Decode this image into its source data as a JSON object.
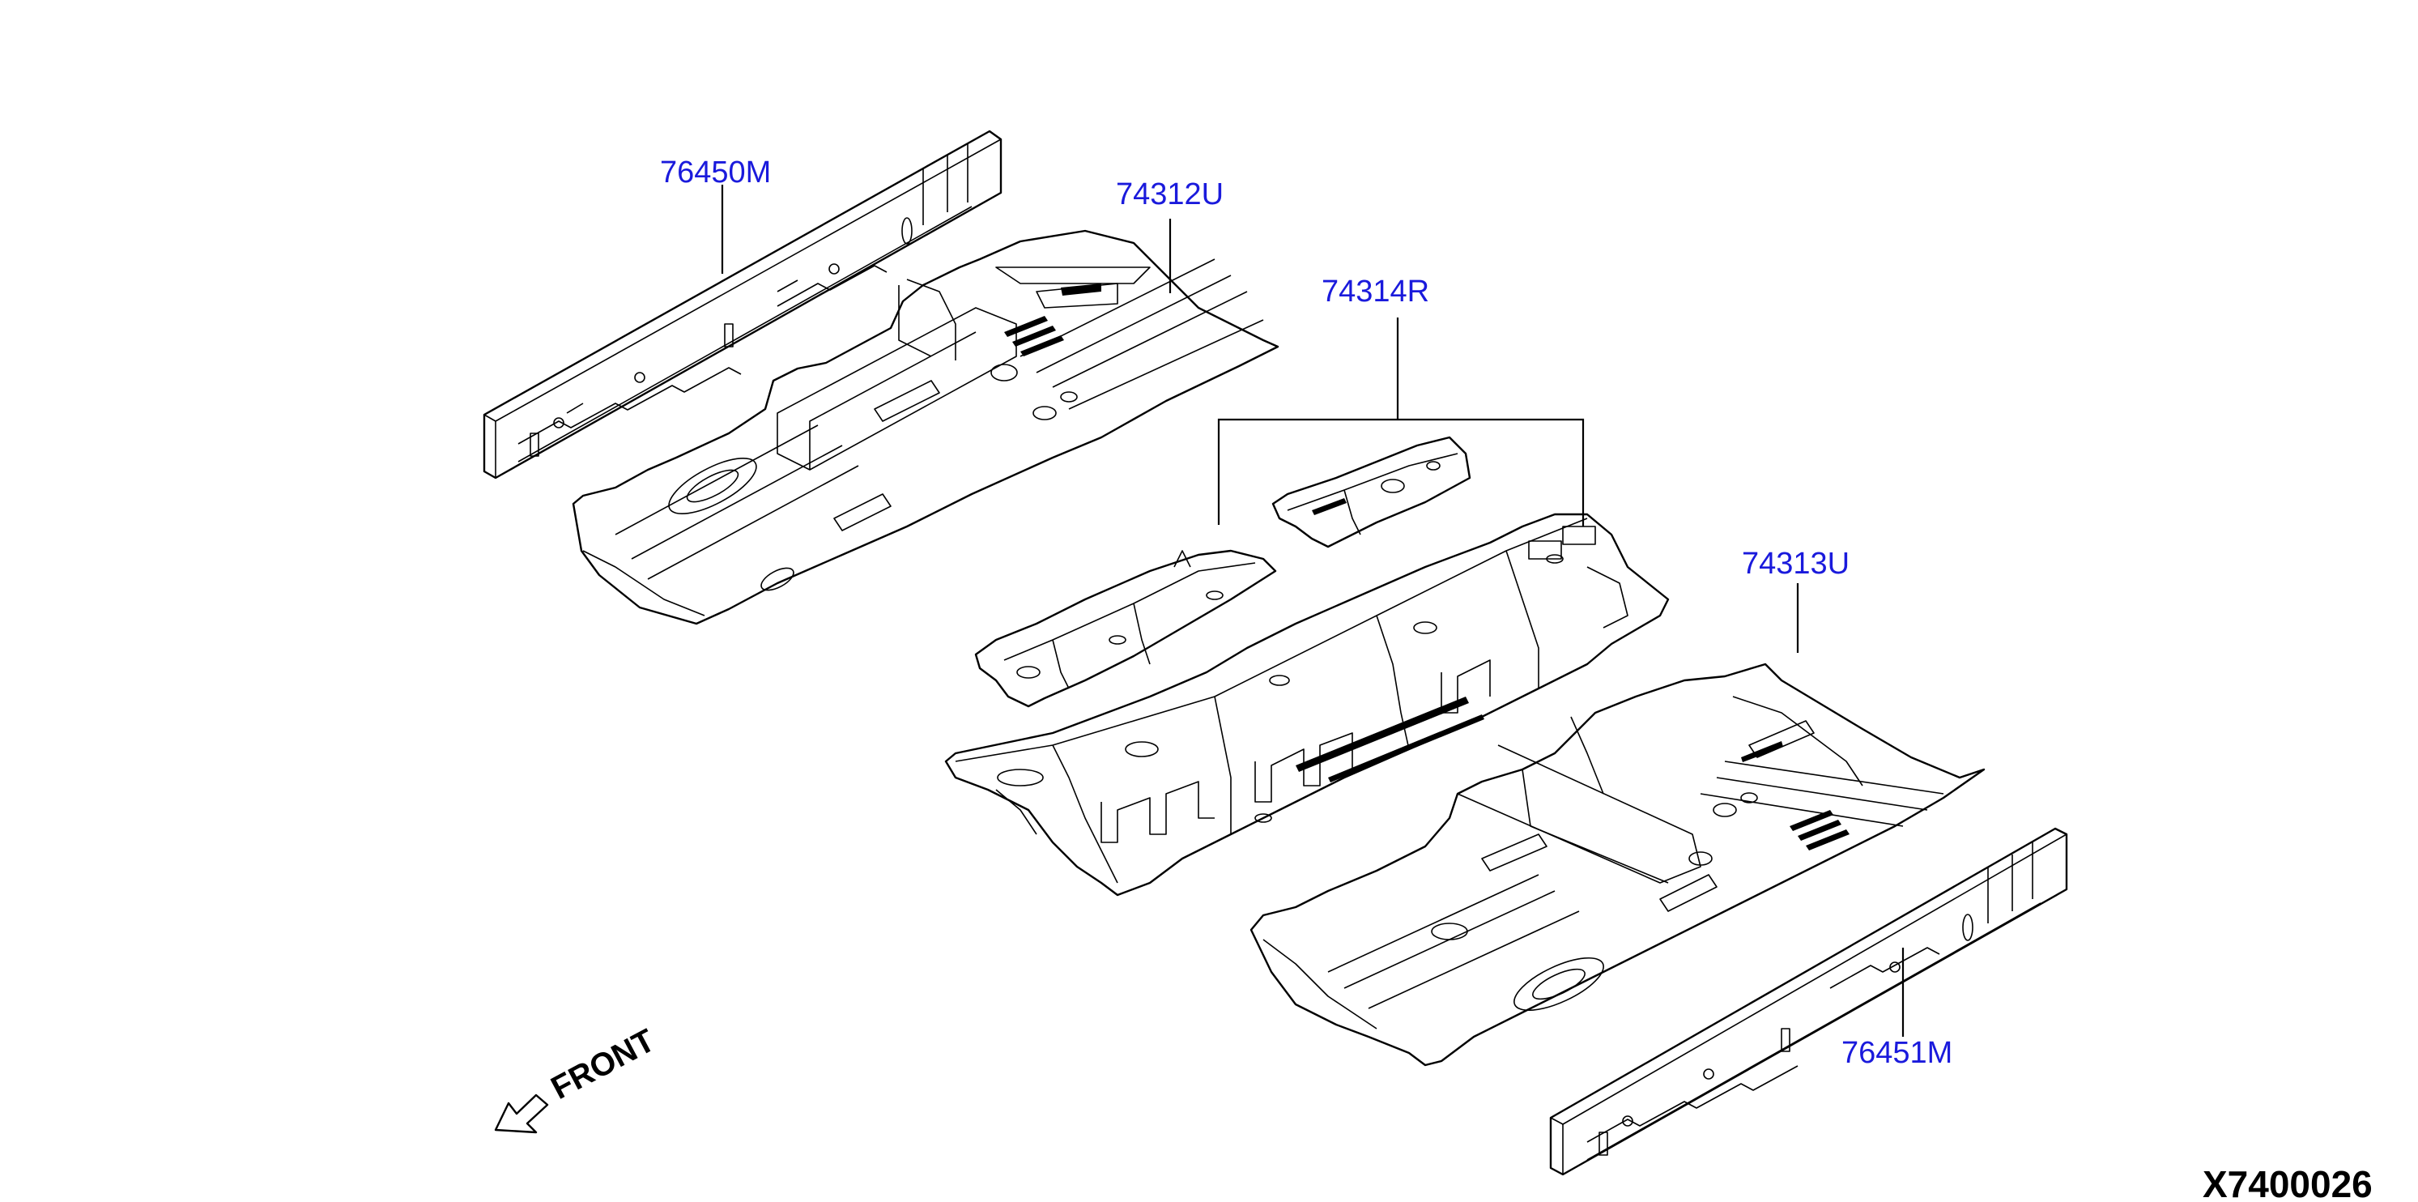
{
  "diagram": {
    "callouts": [
      {
        "id": "c1",
        "label": "76450M"
      },
      {
        "id": "c2",
        "label": "74312U"
      },
      {
        "id": "c3",
        "label": "74314R"
      },
      {
        "id": "c4",
        "label": "74313U"
      },
      {
        "id": "c5",
        "label": "76451M"
      }
    ],
    "front_label": "FRONT",
    "diagram_id": "X7400026"
  }
}
